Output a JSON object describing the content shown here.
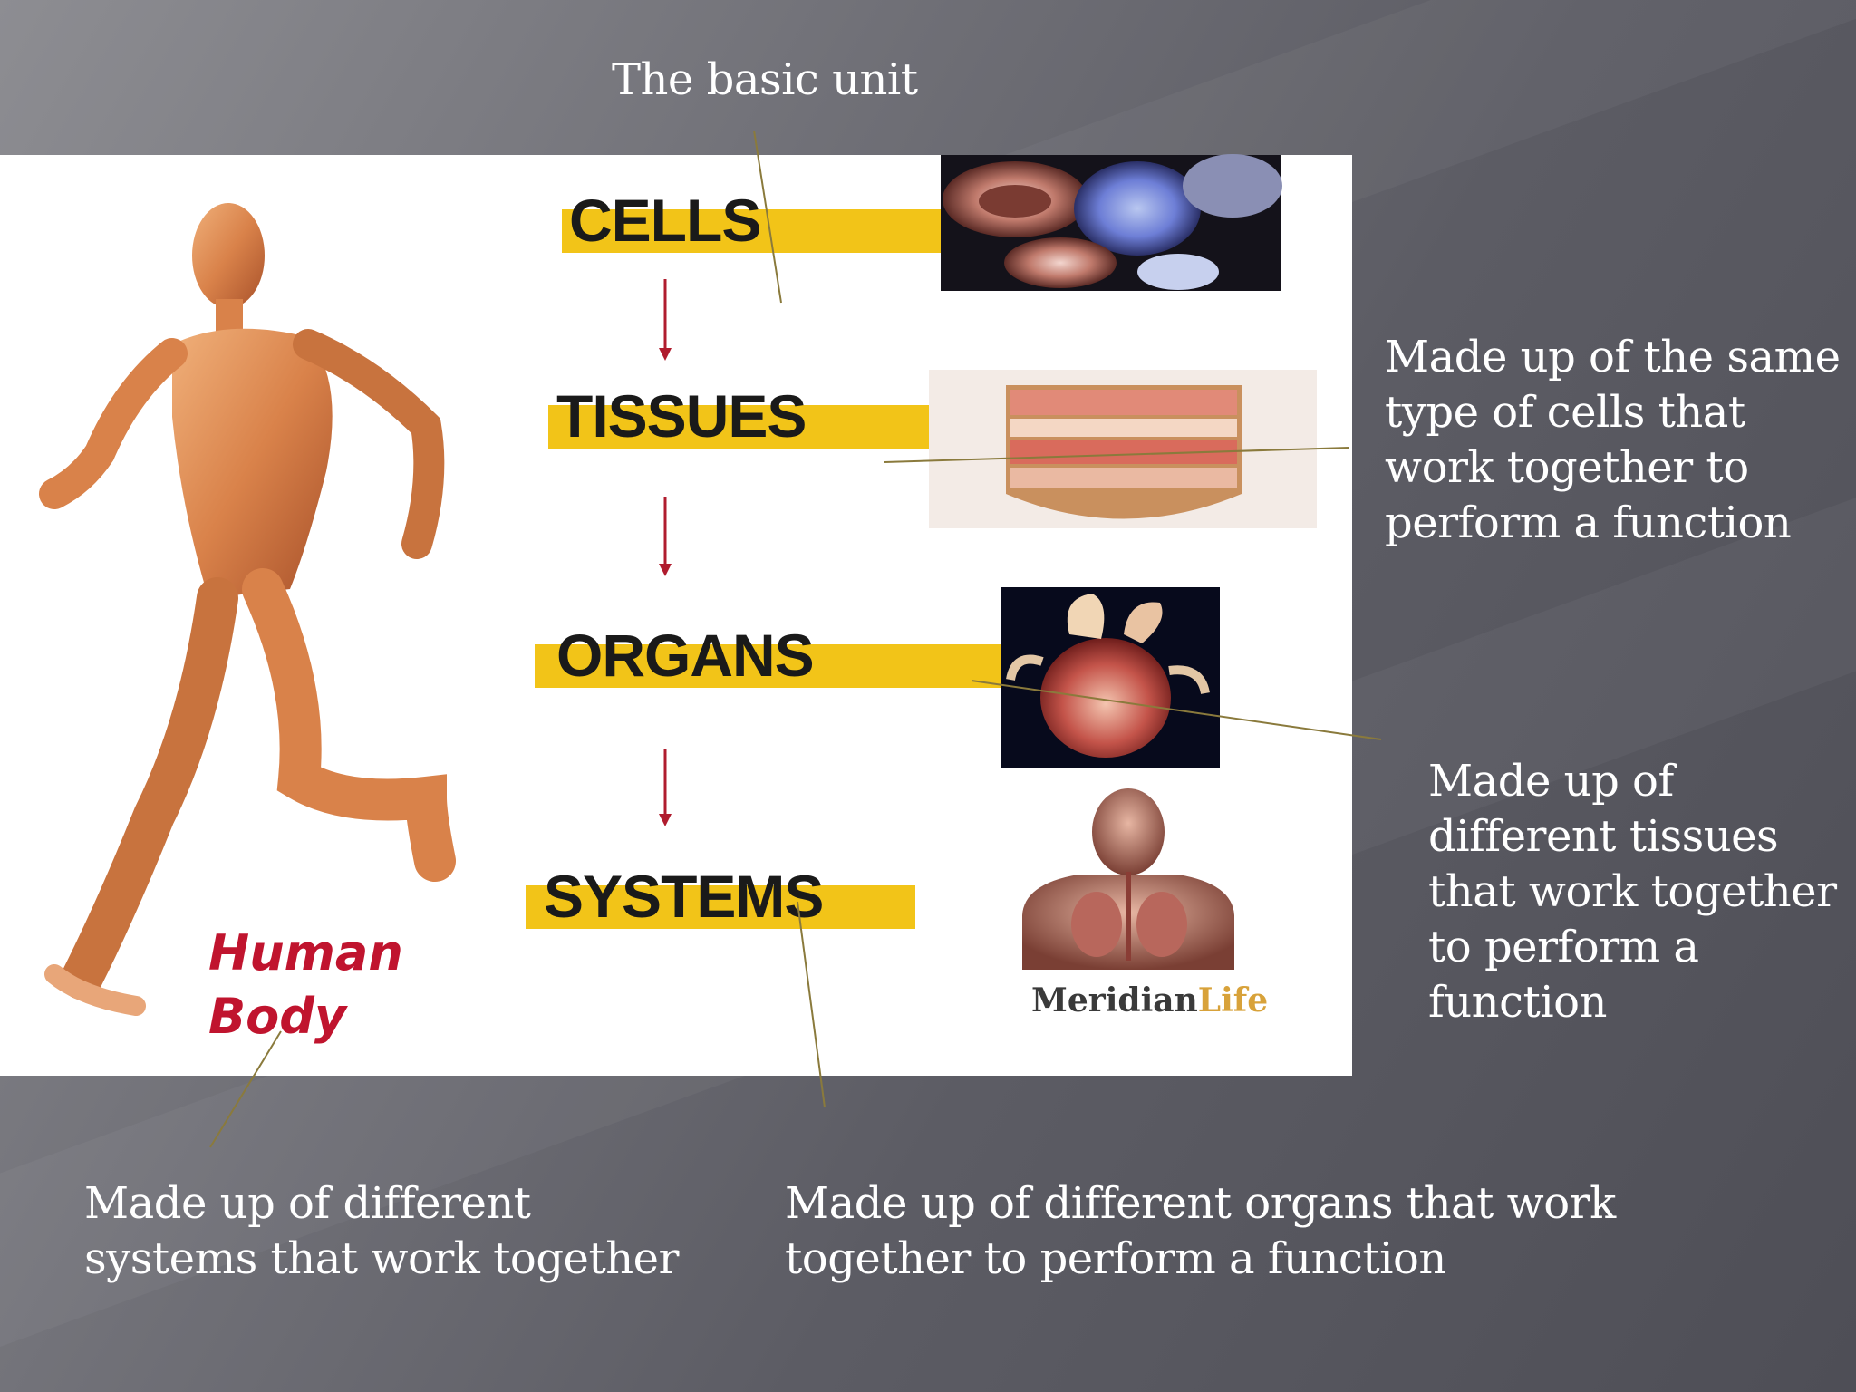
{
  "callouts": {
    "top": "The basic unit",
    "tissues": [
      "Made up of the same",
      "type of cells that",
      "work together to",
      "perform a function"
    ],
    "organs": [
      "Made up of",
      "different tissues",
      "that work together",
      "to perform a",
      "function"
    ],
    "body": [
      "Made up of different",
      "systems that work together"
    ],
    "systems": [
      "Made up of different organs that work",
      "together to perform a function"
    ]
  },
  "diagram": {
    "levels": [
      "CELLS",
      "TISSUES",
      "ORGANS",
      "SYSTEMS"
    ],
    "human_body": [
      "Human",
      "Body"
    ],
    "brand_a": "Meridian",
    "brand_b": "Life"
  },
  "colors": {
    "accent_bar": "#f2c418",
    "arrow": "#b01c2e",
    "leader_line": "#8a7a3c",
    "human_body_text": "#c0142e",
    "muscle": "#d9824a"
  }
}
